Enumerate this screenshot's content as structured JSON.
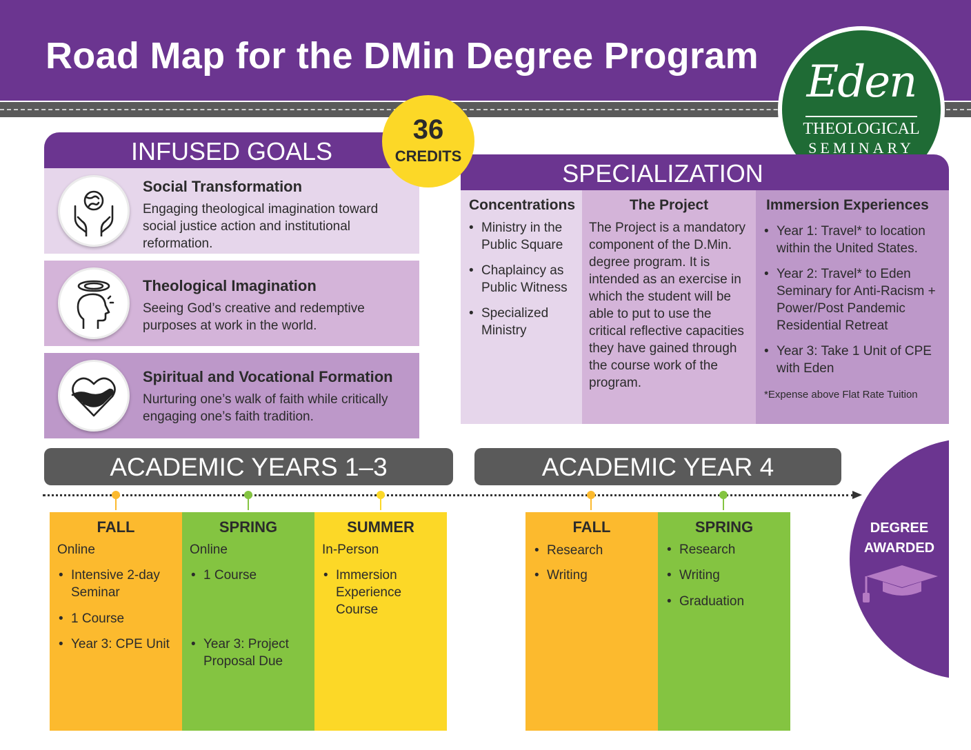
{
  "header": {
    "title": "Road Map for the DMin Degree Program"
  },
  "logo": {
    "name": "Eden",
    "line1": "THEOLOGICAL",
    "line2": "SEMINARY"
  },
  "credits": {
    "number": "36",
    "label": "CREDITS"
  },
  "goals": {
    "heading": "INFUSED GOALS",
    "items": [
      {
        "title": "Social Transformation",
        "text": "Engaging theological imagination toward social justice action and institutional reformation.",
        "icon": "globe-hands-icon"
      },
      {
        "title": "Theological Imagination",
        "text": "Seeing God’s creative and redemptive purposes at work in the world.",
        "icon": "head-halo-icon"
      },
      {
        "title": "Spiritual and Vocational Formation",
        "text": "Nurturing one’s walk of faith while critically engaging one’s faith tradition.",
        "icon": "heart-hug-icon"
      }
    ]
  },
  "specialization": {
    "heading": "SPECIALIZATION",
    "concentrations": {
      "title": "Concentrations",
      "items": [
        "Ministry in the Public Square",
        "Chaplaincy as Public Witness",
        "Specialized Ministry"
      ]
    },
    "project": {
      "title": "The Project",
      "text": "The Project is a mandatory component of the D.Min. degree program. It is intended as an exercise in which the student will be able to put to use the critical reflective capacities they have gained through the course work of the program."
    },
    "immersion": {
      "title": "Immersion Experiences",
      "items": [
        "Year 1: Travel* to location within the United States.",
        "Year 2: Travel* to Eden Seminary for Anti-Racism + Power/Post Pandemic Residential Retreat",
        "Year 3: Take 1 Unit of CPE with Eden"
      ],
      "note": "*Expense above Flat Rate Tuition"
    }
  },
  "years": {
    "years13": "ACADEMIC YEARS 1–3",
    "year4": "ACADEMIC YEAR 4"
  },
  "semesters": {
    "fall13": {
      "title": "FALL",
      "mode": "Online",
      "items": [
        "Intensive 2-day Seminar",
        "1 Course",
        "Year 3: CPE Unit"
      ]
    },
    "spring13": {
      "title": "SPRING",
      "mode": "Online",
      "items": [
        "1 Course",
        "Year 3: Project Proposal Due"
      ]
    },
    "summer13": {
      "title": "SUMMER",
      "mode": "In-Person",
      "items": [
        "Immersion Experience Course"
      ]
    },
    "fall4": {
      "title": "FALL",
      "items": [
        "Research",
        "Writing"
      ]
    },
    "spring4": {
      "title": "SPRING",
      "items": [
        "Research",
        "Writing",
        "Graduation"
      ]
    }
  },
  "degree": {
    "line1": "DEGREE",
    "line2": "AWARDED",
    "icon": "graduation-cap-icon"
  },
  "colors": {
    "purple": "#6b3590",
    "orange": "#fcba2e",
    "green": "#84c441",
    "yellow": "#fcd827",
    "gray": "#5a5a5a",
    "logo_green": "#1f6b35"
  }
}
